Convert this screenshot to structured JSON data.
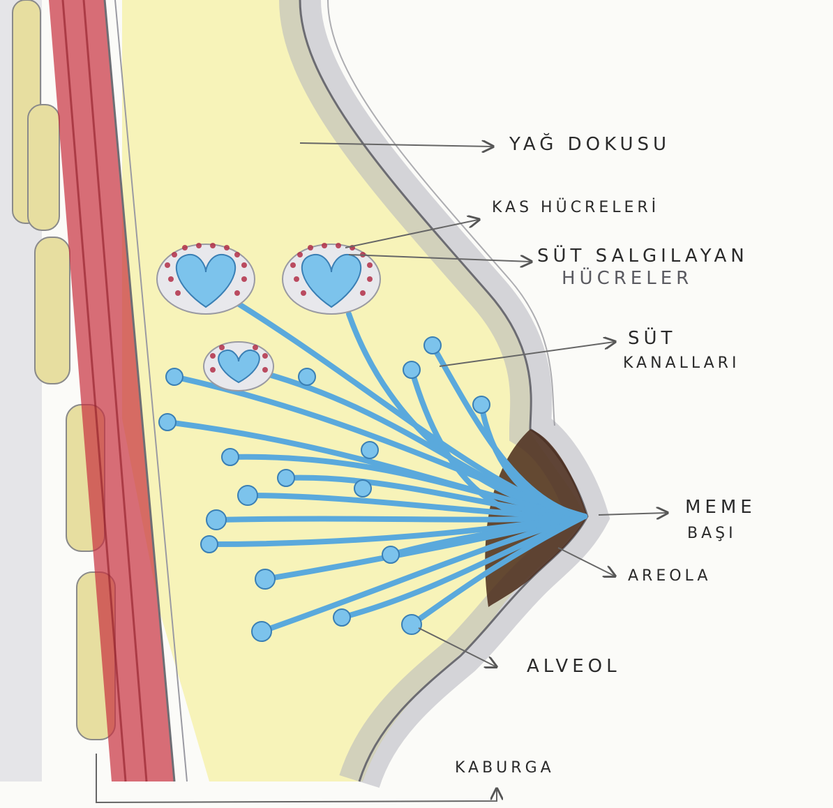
{
  "diagram": {
    "colors": {
      "paper": "#fbfbf8",
      "muscle_red": "#c8313f",
      "fat_yellow": "#f6f0a4",
      "skin_grey": "#b5b5bd",
      "duct_blue": "#5aa9dc",
      "alveolus_blue": "#7cc3ec",
      "areola_brown": "#4a2a1a",
      "cell_red": "#b23048"
    },
    "labels": {
      "yag_dokusu": "YAĞ DOKUSU",
      "kas_hucreleri": "KAS HÜCRELERİ",
      "sut_salgilayan_line1": "SÜT SALGILAYAN",
      "sut_salgilayan_line2": "HÜCRELER",
      "sut_kanallari_line1": "SÜT",
      "sut_kanallari_line2": "KANALLARI",
      "meme_basi_line1": "MEME",
      "meme_basi_line2": "BAŞI",
      "areola": "AREOLA",
      "alveol": "ALVEOL",
      "kaburga": "KABURGA"
    }
  }
}
